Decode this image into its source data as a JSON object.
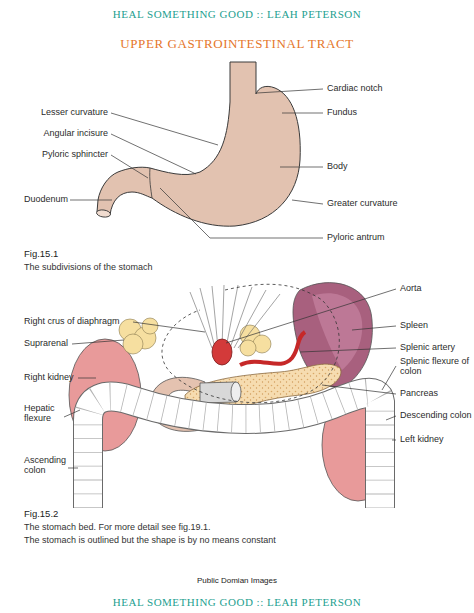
{
  "diagram": {
    "title": "UPPER GASTROINTESTINAL TRACT",
    "labels": [
      "HEAL SOMETHING GOOD :: LEAH PETERSON",
      "Cardiac notch",
      "Lesser curvature",
      "Fundus",
      "Angular incisure",
      "Pyloric sphincter",
      "Body",
      "Duodenum",
      "Greater curvature",
      "Pyloric antrum",
      "Fig.15.1",
      "The subdivisions of the stomach",
      "Aorta",
      "Right crus of diaphragm",
      "Spleen",
      "Suprarenal",
      "Splenic artery",
      "Right kidney",
      "Splenic flexure of colon",
      "Hepatic flexure",
      "Pancreas",
      "Descending colon",
      "Ascending colon",
      "Left kidney",
      "Fig.15.2",
      "The stomach bed. For more detail see fig.19.1.",
      "The stomach is outlined but the shape is by no means constant",
      "Public Domian Images",
      "HEAL SOMETHING GOOD :: LEAH PETERSON"
    ]
  }
}
